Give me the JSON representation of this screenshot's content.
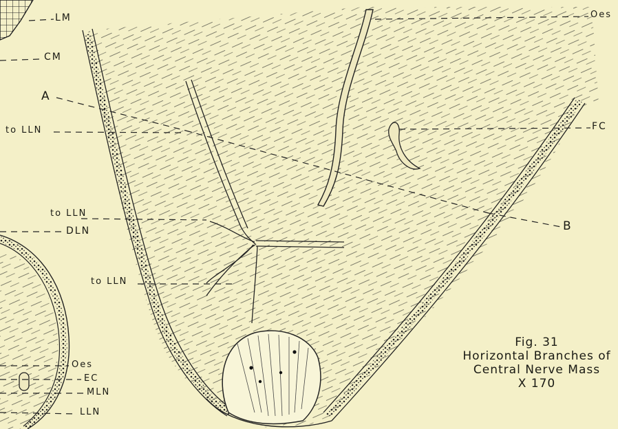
{
  "labels": {
    "lm": "LM",
    "cm": "CM",
    "a": "A",
    "to_lln_1": "to LLN",
    "to_lln_2": "to LLN",
    "dln": "DLN",
    "to_lln_3": "to LLN",
    "oes_top": "Oes",
    "fc": "FC",
    "b": "B",
    "oes_bottom": "Oes",
    "ec": "EC",
    "mln": "MLN",
    "lln": "LLN"
  },
  "caption": {
    "line1": "Fig. 31",
    "line2": "Horizontal Branches of",
    "line3": "Central Nerve Mass",
    "line4": "X 170"
  },
  "colors": {
    "paper": "#f4f0c8",
    "ink": "#1a1a14"
  }
}
